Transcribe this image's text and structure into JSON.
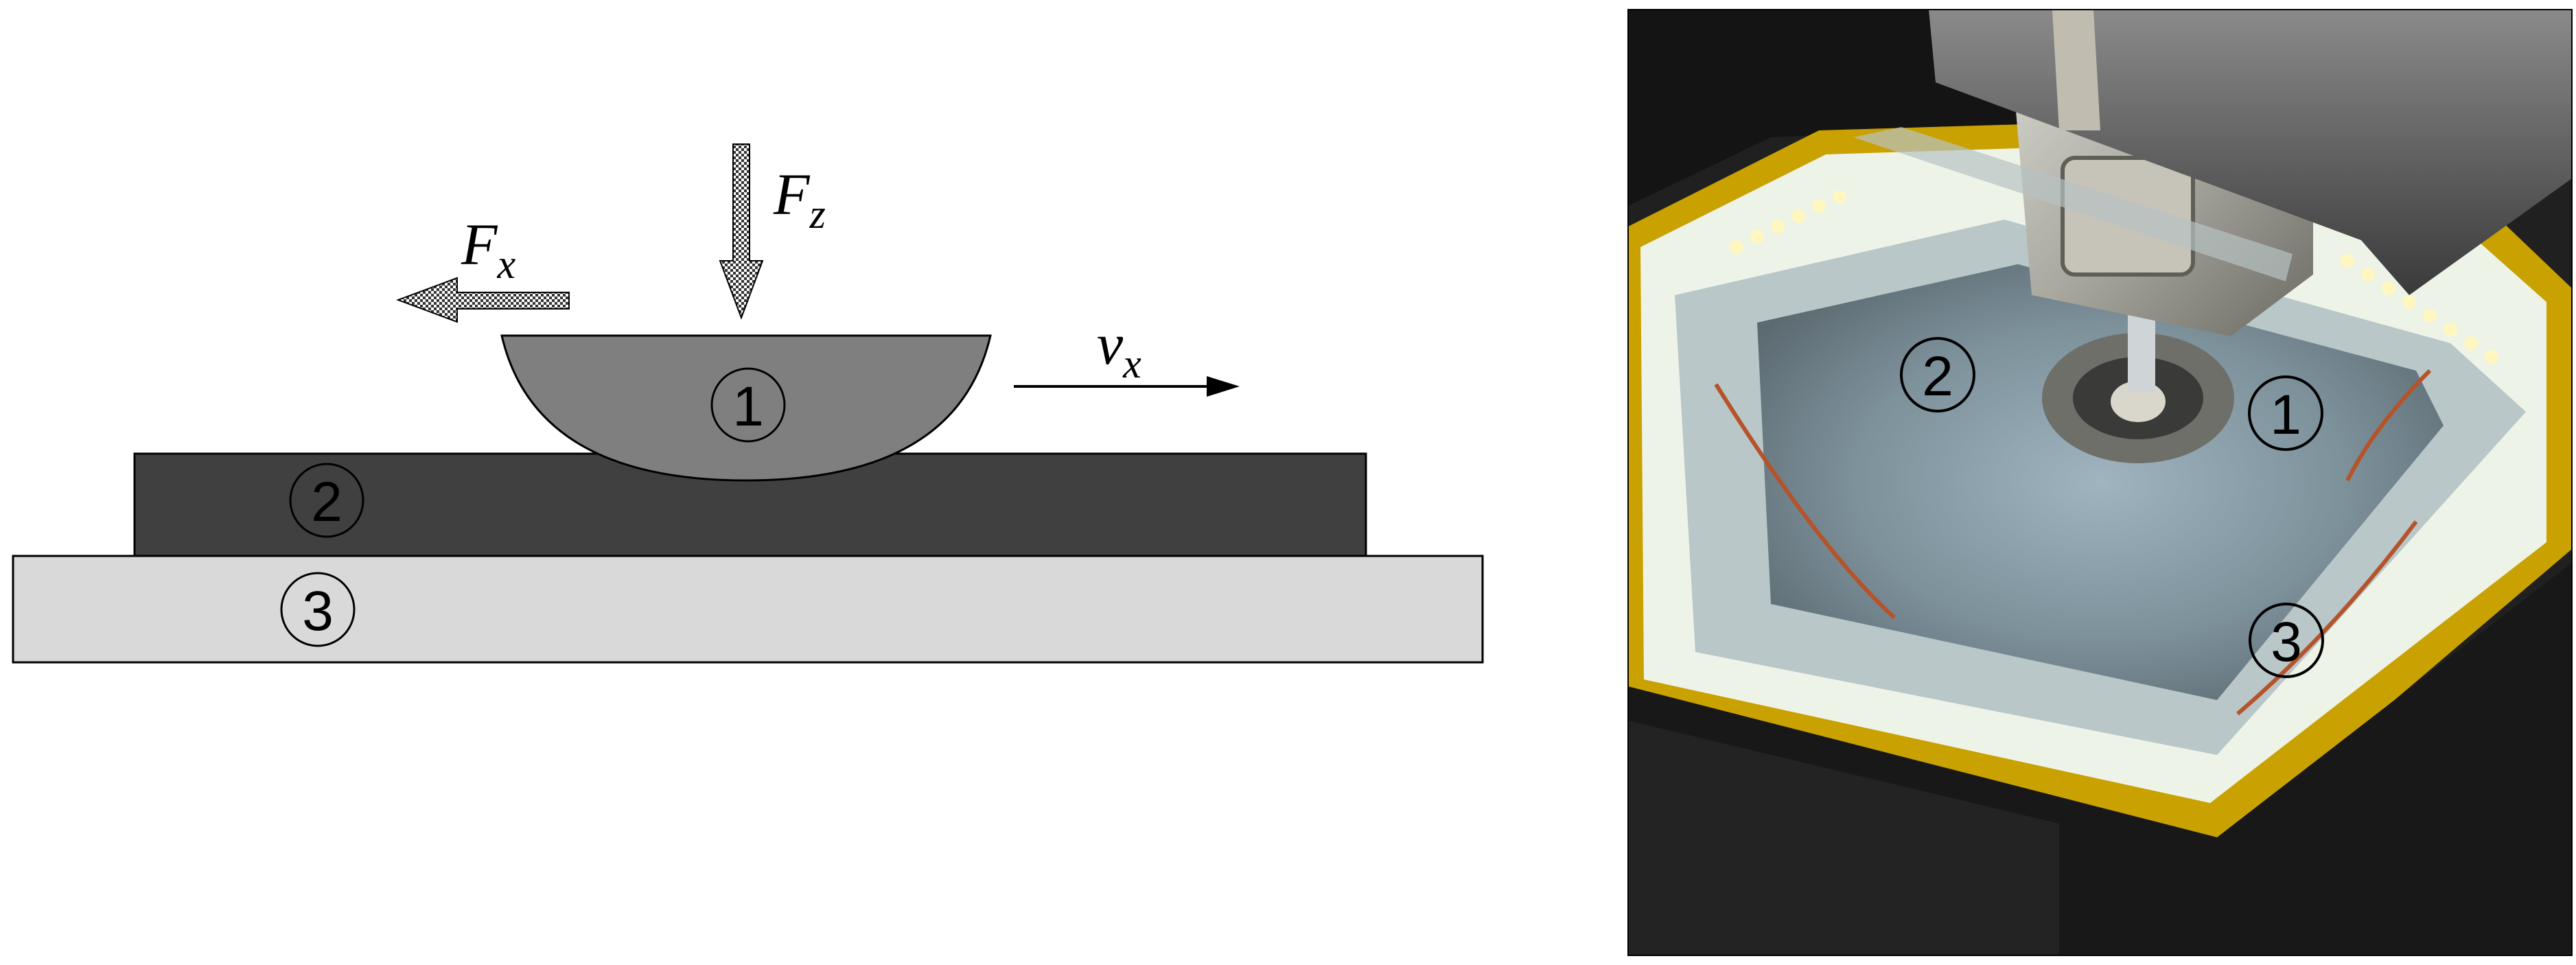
{
  "schematic": {
    "force_x": {
      "symbol": "F",
      "subscript": "x"
    },
    "force_z": {
      "symbol": "F",
      "subscript": "z"
    },
    "velocity_x": {
      "symbol": "v",
      "subscript": "x"
    },
    "labels": {
      "body": "1",
      "film": "2",
      "base": "3"
    }
  },
  "photo": {
    "labels": {
      "body": "1",
      "film": "2",
      "base": "3"
    }
  },
  "colors": {
    "body": "#7f7f7f",
    "film": "#404040",
    "base": "#d9d9d9",
    "outline": "#000000",
    "photo_frame": "#c9a100"
  }
}
